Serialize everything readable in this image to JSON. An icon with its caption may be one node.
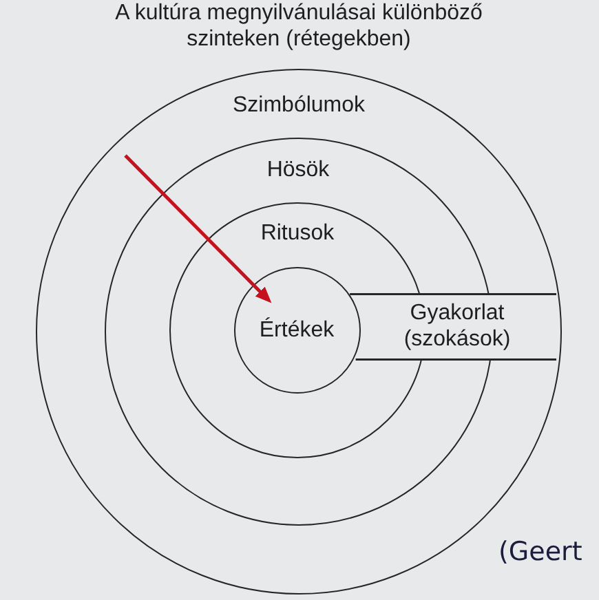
{
  "diagram": {
    "title": "A kultúra megnyilvánulásai különböző szinteken (rétegekben)",
    "caption": "(Geert",
    "nodes": [
      {
        "text": [
          "Szimbólumok"
        ]
      },
      {
        "text": [
          "Hösök"
        ],
        "in": 0
      },
      {
        "text": [
          "Ritusok"
        ],
        "in": 1
      },
      {
        "text": [
          "Értékek"
        ],
        "in": 2
      },
      {
        "text": [
          "Gyakorlat (szokások)"
        ],
        "in": 0
      }
    ],
    "edges": [
      {
        "from": null,
        "to": 3,
        "arrow": "to",
        "color": "#c4121f"
      }
    ]
  }
}
